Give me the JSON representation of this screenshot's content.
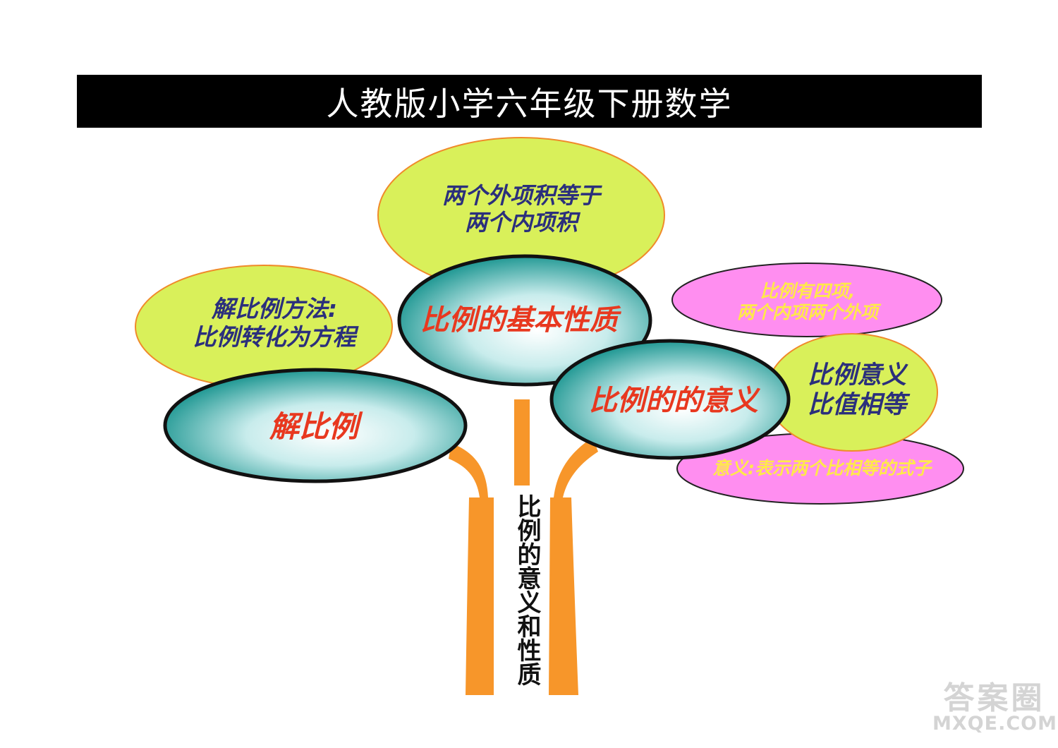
{
  "title": "人教版小学六年级下册数学",
  "nodes": {
    "property_detail": "两个外项积等于\n两个内项积",
    "solve_method": "解比例方法:\n比例转化为方程",
    "basic_property": "比例的基本性质",
    "four_terms": "比例有四项,\n两个内项两个外项",
    "meaning": "比例的的意义",
    "equal_ratio": "比例意义\n比值相等",
    "meaning_def": "意义:表示两个比相等的式子",
    "solve": "解比例"
  },
  "trunk_label": "比例的意义和性质",
  "watermark": {
    "line1": "答案圈",
    "line2": "MXQE.COM"
  },
  "colors": {
    "green_fill": "#d9f05a",
    "green_stroke": "#f08a2a",
    "pink_fill": "#ff8ef0",
    "teal_dark": "#0f8f8a",
    "trunk": "#f7962a"
  }
}
